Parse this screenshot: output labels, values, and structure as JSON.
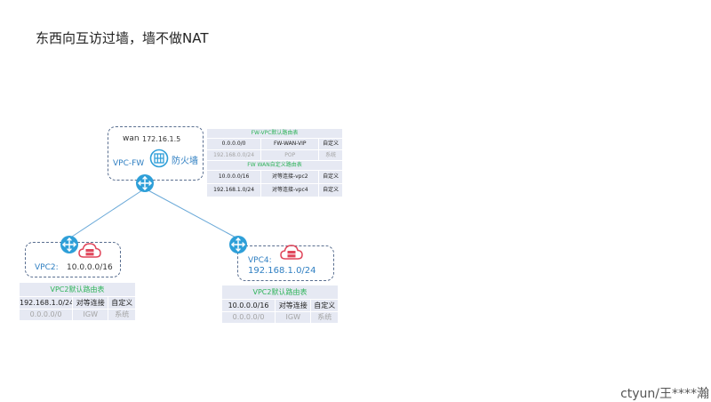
{
  "slide": {
    "title": "东西向互访过墙，墙不做NAT",
    "watermark": "ctyun/王****瀚"
  },
  "fw_vpc": {
    "wan_label": "wan",
    "wan_ip": "172.16.1.5",
    "name": "VPC-FW",
    "firewall_label": "防火墙"
  },
  "vpc2": {
    "name": "VPC2:",
    "cidr": "10.0.0.0/16"
  },
  "vpc4": {
    "name": "VPC4:",
    "cidr": "192.168.1.0/24"
  },
  "fw_tables": {
    "vpc_table": {
      "title": "FW-VPC默认路由表",
      "rows": [
        [
          "0.0.0.0/0",
          "FW-WAN-VIP",
          "自定义"
        ],
        [
          "192.168.0.0/24",
          "POP",
          "系统"
        ]
      ]
    },
    "wan_table": {
      "title": "FW WAN自定义路由表",
      "rows": [
        [
          "10.0.0.0/16",
          "对等连接-vpc2",
          "自定义"
        ],
        [
          "192.168.1.0/24",
          "对等连接-vpc4",
          "自定义"
        ]
      ]
    }
  },
  "vpc2_table": {
    "title": "VPC2默认路由表",
    "rows": [
      [
        "192.168.1.0/24",
        "对等连接",
        "自定义"
      ],
      [
        "0.0.0.0/0",
        "IGW",
        "系统"
      ]
    ]
  },
  "vpc4_table": {
    "title": "VPC2默认路由表",
    "rows": [
      [
        "10.0.0.0/16",
        "对等连接",
        "自定义"
      ],
      [
        "0.0.0.0/0",
        "IGW",
        "系统"
      ]
    ]
  },
  "colors": {
    "router": "#2e9fd8",
    "firewall": "#2e9fd8",
    "cloud": "#e0475b",
    "table_bg": "#e6e9f3",
    "table_title": "#2fb35a",
    "link": "#6aa9d8"
  }
}
